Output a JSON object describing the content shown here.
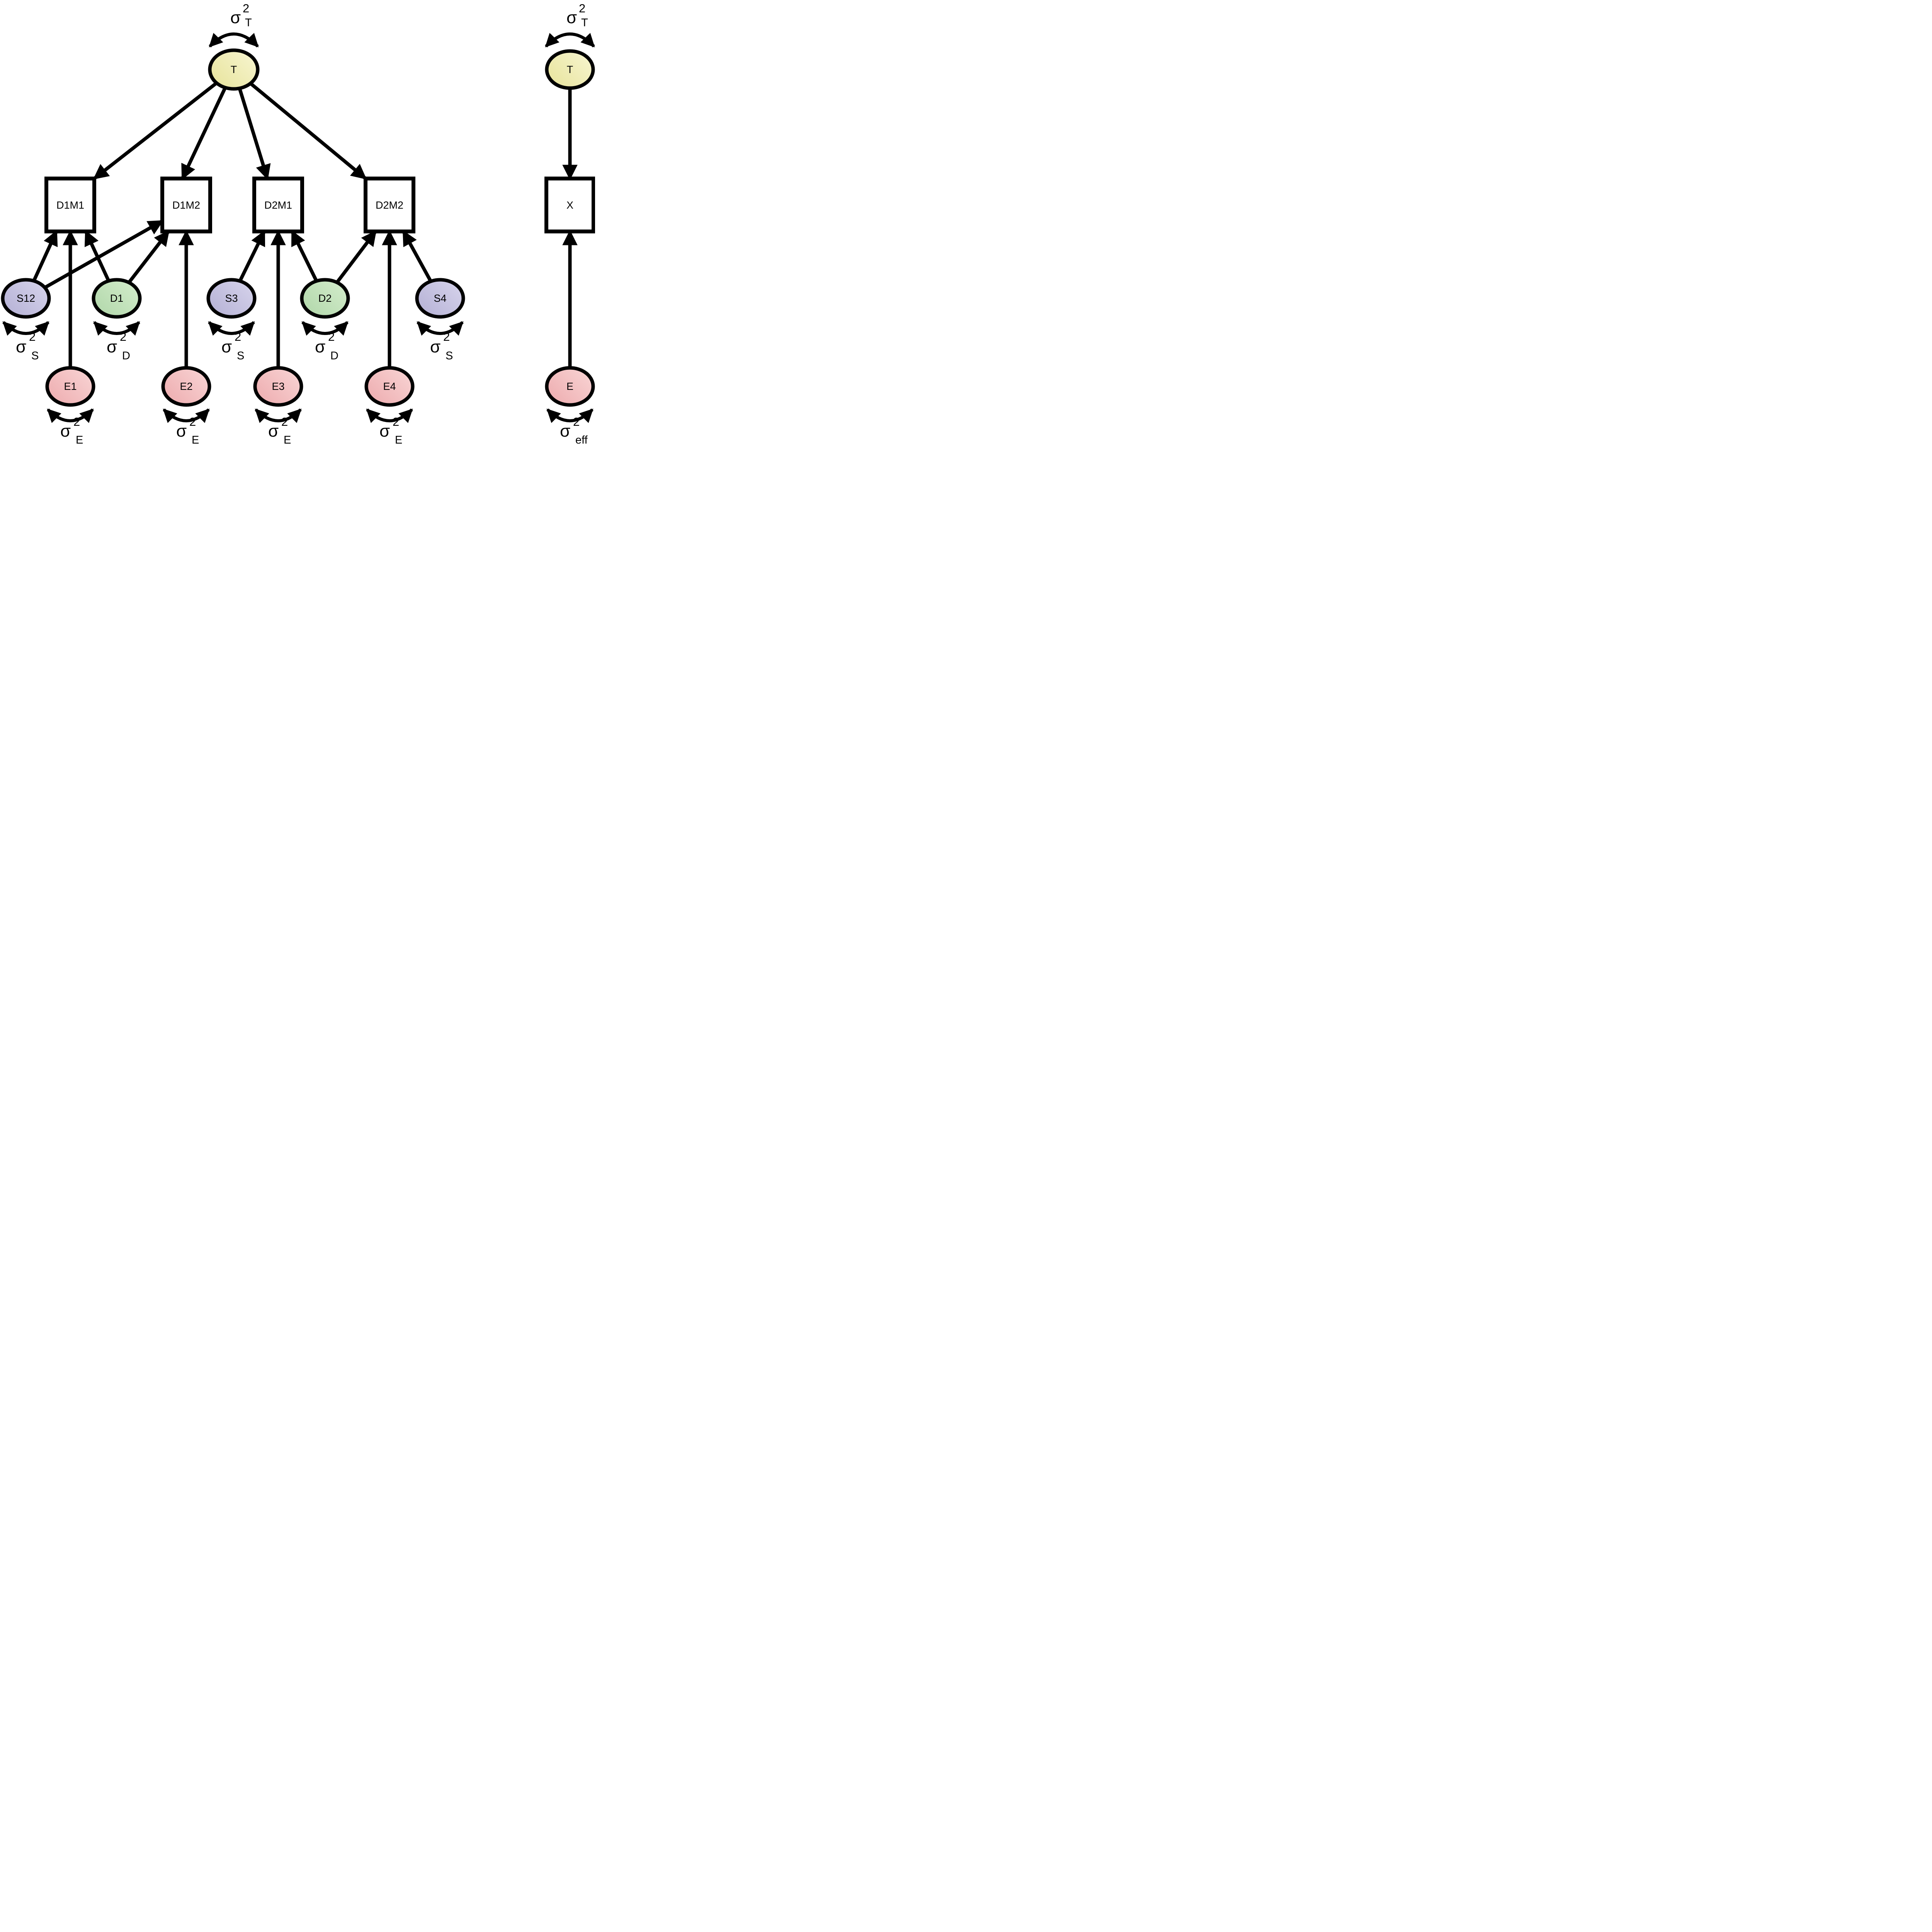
{
  "colors": {
    "background": "#ffffff",
    "outline": "#000000",
    "trait_dark": "#e8e49d",
    "trait_light": "#f7f5d0",
    "session_dark": "#b6b2d6",
    "session_light": "#d6d3eb",
    "day_dark": "#b2d8ab",
    "day_light": "#d3eccb",
    "error_dark": "#eeadb0",
    "error_light": "#f8d4d4"
  },
  "nodes": {
    "t_main": {
      "label": "T",
      "type": "latent-trait"
    },
    "d1m1": {
      "label": "D1M1",
      "type": "observed"
    },
    "d1m2": {
      "label": "D1M2",
      "type": "observed"
    },
    "d2m1": {
      "label": "D2M1",
      "type": "observed"
    },
    "d2m2": {
      "label": "D2M2",
      "type": "observed"
    },
    "s12": {
      "label": "S12",
      "type": "latent-session"
    },
    "d1": {
      "label": "D1",
      "type": "latent-day"
    },
    "s3": {
      "label": "S3",
      "type": "latent-session"
    },
    "d2": {
      "label": "D2",
      "type": "latent-day"
    },
    "s4": {
      "label": "S4",
      "type": "latent-session"
    },
    "e1": {
      "label": "E1",
      "type": "latent-error"
    },
    "e2": {
      "label": "E2",
      "type": "latent-error"
    },
    "e3": {
      "label": "E3",
      "type": "latent-error"
    },
    "e4": {
      "label": "E4",
      "type": "latent-error"
    },
    "t_right": {
      "label": "T",
      "type": "latent-trait"
    },
    "x": {
      "label": "X",
      "type": "observed"
    },
    "e_right": {
      "label": "E",
      "type": "latent-error"
    }
  },
  "variance": {
    "sigma": "σ",
    "exponent": "2",
    "subscripts": {
      "t_main": "T",
      "t_right": "T",
      "s12": "S",
      "d1": "D",
      "s3": "S",
      "d2": "D",
      "s4": "S",
      "e1": "E",
      "e2": "E",
      "e3": "E",
      "e4": "E",
      "e_right": "eff"
    }
  },
  "edges": [
    {
      "from": "T",
      "to": "D1M1"
    },
    {
      "from": "T",
      "to": "D1M2"
    },
    {
      "from": "T",
      "to": "D2M1"
    },
    {
      "from": "T",
      "to": "D2M2"
    },
    {
      "from": "S12",
      "to": "D1M1"
    },
    {
      "from": "S12",
      "to": "D1M2"
    },
    {
      "from": "D1",
      "to": "D1M1"
    },
    {
      "from": "D1",
      "to": "D1M2"
    },
    {
      "from": "E1",
      "to": "D1M1"
    },
    {
      "from": "E2",
      "to": "D1M2"
    },
    {
      "from": "S3",
      "to": "D2M1"
    },
    {
      "from": "D2",
      "to": "D2M1"
    },
    {
      "from": "D2",
      "to": "D2M2"
    },
    {
      "from": "S4",
      "to": "D2M2"
    },
    {
      "from": "E3",
      "to": "D2M1"
    },
    {
      "from": "E4",
      "to": "D2M2"
    },
    {
      "from": "T",
      "to": "X"
    },
    {
      "from": "E",
      "to": "X"
    }
  ]
}
